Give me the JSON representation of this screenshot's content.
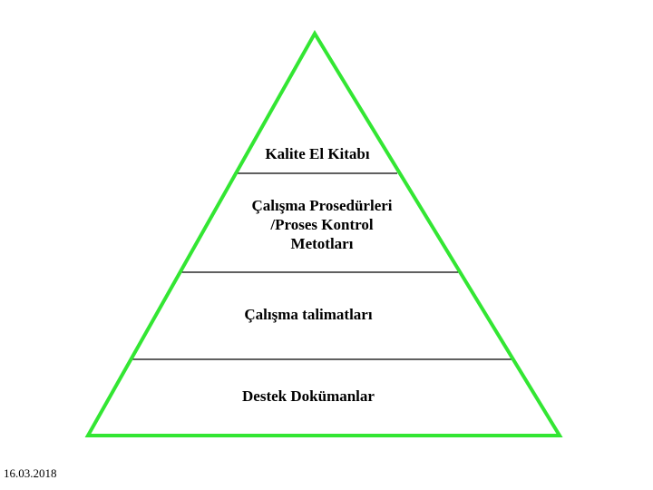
{
  "pyramid": {
    "outline_color": "#33e633",
    "divider_color": "#000000",
    "levels": [
      {
        "label": "Kalite El Kitabı"
      },
      {
        "label": "Çalışma Prosedürleri\n/Proses Kontrol\nMetotları"
      },
      {
        "label": "Çalışma talimatları"
      },
      {
        "label": "Destek Dokümanlar"
      }
    ]
  },
  "footer": {
    "date": "16.03.2018"
  }
}
